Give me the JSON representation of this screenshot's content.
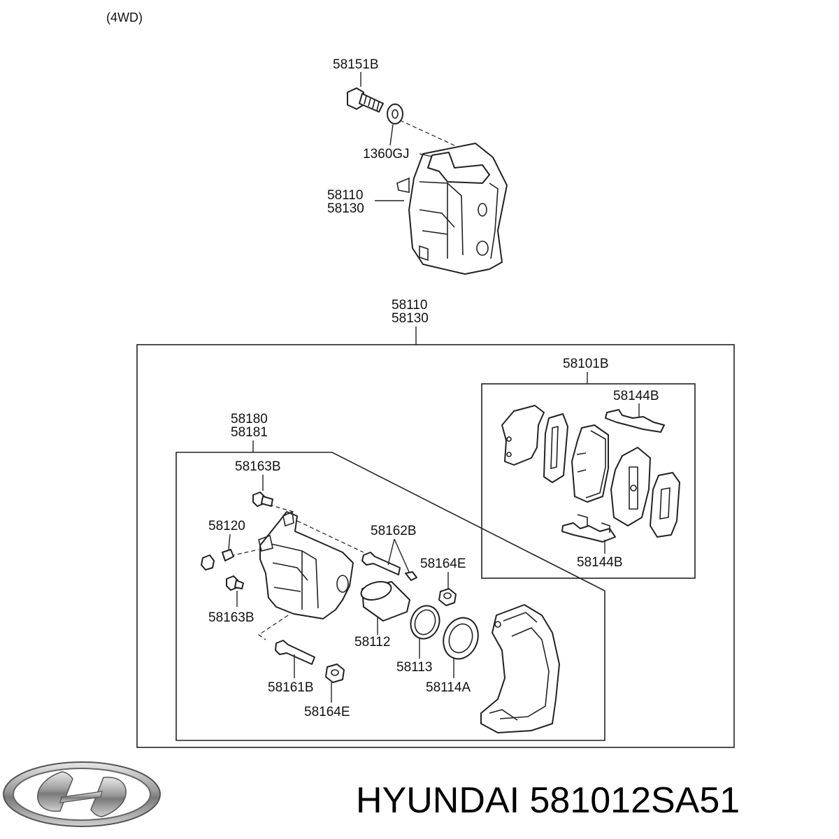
{
  "variant": "(4WD)",
  "labels": {
    "bolt": "58151B",
    "washer": "1360GJ",
    "caliper_top_a": "58110",
    "caliper_top_b": "58130",
    "caliper_box_a": "58110",
    "caliper_box_b": "58130",
    "pad_set": "58101B",
    "pad_clip_top": "58144B",
    "pad_clip_bottom": "58144B",
    "caliper_body_a": "58180",
    "caliper_body_b": "58181",
    "bleeder_bolt_top": "58163B",
    "bleeder_screw": "58120",
    "guide_pin_top": "58162B",
    "boot_top": "58164E",
    "bleeder_bolt_bottom": "58163B",
    "piston": "58112",
    "piston_seal": "58113",
    "piston_boot": "58114A",
    "guide_pin_bottom": "58161B",
    "boot_bottom": "58164E"
  },
  "brand": {
    "logo": "hyundai-logo",
    "text": "HYUNDAI 581012SA51"
  },
  "colors": {
    "line": "#222222",
    "background": "#ffffff",
    "logo_chrome": "#9a9a9a"
  }
}
